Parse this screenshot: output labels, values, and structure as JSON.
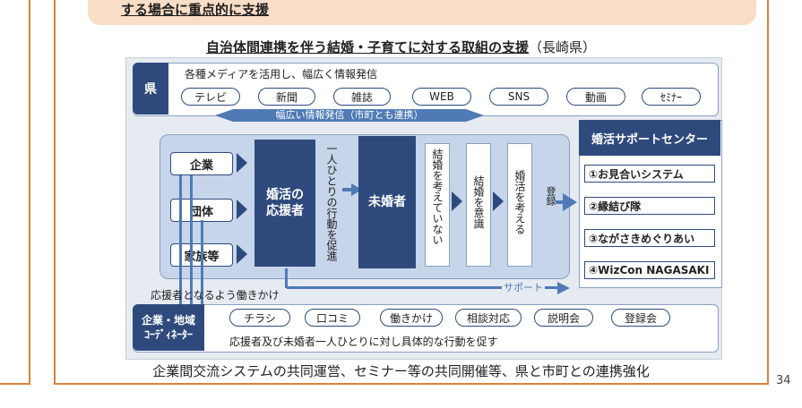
{
  "banner": {
    "text": "する場合に重点的に支援"
  },
  "title": {
    "main": "自治体間連携を伴う結婚・子育てに対する取組の支援",
    "suffix": "（長崎県）"
  },
  "prefecture": {
    "label": "県",
    "text": "各種メディアを活用し、幅広く情報発信",
    "media": [
      "テレビ",
      "新聞",
      "雑誌",
      "WEB",
      "SNS",
      "動画",
      "ｾﾐﾅｰ"
    ],
    "arrow_text": "幅広い情報発信（市町とも連携）"
  },
  "entities": [
    "企業",
    "団体",
    "家族等"
  ],
  "supporter": "婚活の\n応援者",
  "action_text": "一人ひとりの行動を促進",
  "unmarried": "未婚者",
  "stages": [
    "結婚を考えていない",
    "結婚を意識",
    "婚活を考える"
  ],
  "register": "登録",
  "center": {
    "title": "婚活サポートセンター",
    "services": [
      "①お見合いシステム",
      "②縁結び隊",
      "③ながさきめぐりあい",
      "④WizCon NAGASAKI"
    ]
  },
  "support_note": "応援者となるよう働きかけ",
  "support_label": "サポート",
  "coordinator": {
    "line1": "企業・地域",
    "line2": "ｺｰﾃﾞｨﾈｰﾀｰ"
  },
  "activities": [
    "チラシ",
    "口コミ",
    "働きかけ",
    "相談対応",
    "説明会",
    "登録会"
  ],
  "bottom_text": "応援者及び未婚者一人ひとりに対し具体的な行動を促す",
  "footer": "企業間交流システムの共同運営、セミナー等の共同開催等、県と市町との連携強化",
  "page_number": "34",
  "colors": {
    "navy": "#2e4a7d",
    "accent": "#4f7ab5",
    "frame": "#d9833b",
    "banner": "#f8ddc7"
  }
}
